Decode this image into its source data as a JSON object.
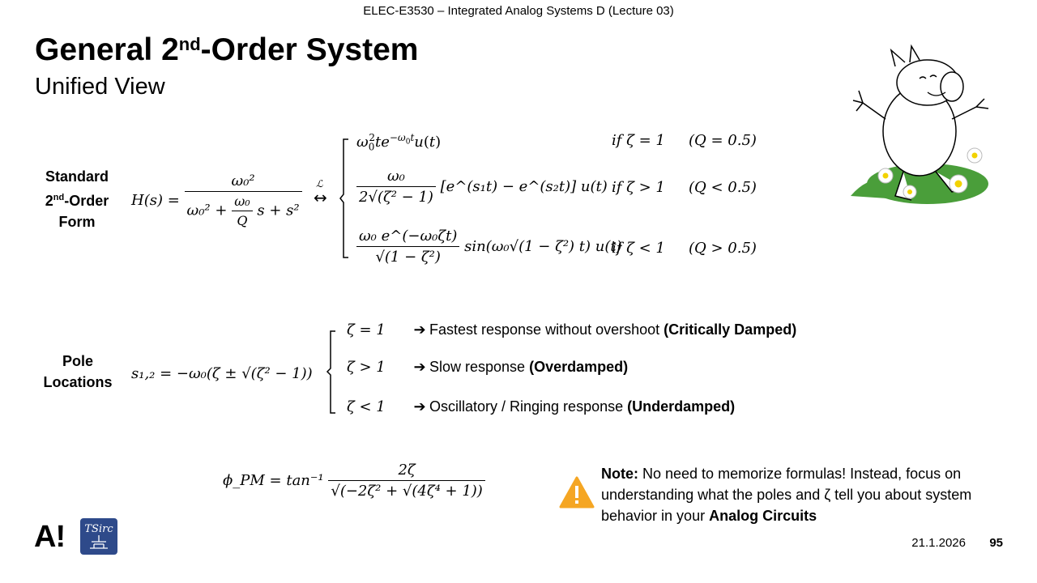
{
  "header": "ELEC-E3530 – Integrated Analog Systems D (Lecture 03)",
  "title": {
    "pre": "General 2",
    "sup": "nd",
    "post": "-Order System"
  },
  "subtitle": "Unified View",
  "standard_form": {
    "label_line1": "Standard",
    "label_line2_pre": "2",
    "label_line2_sup": "nd",
    "label_line2_post": "-Order",
    "label_line3": "Form",
    "H_lhs": "H(s) =",
    "H_num": "ω₀²",
    "H_den_pre": "ω₀² +",
    "H_den_frac_num": "ω₀",
    "H_den_frac_den": "Q",
    "H_den_post": "s + s²",
    "laplace_symbol": "ℒ",
    "laplace_arrow": "↔",
    "cases": [
      {
        "expr": "ω₀² t e^(−ω₀t) u(t)",
        "cond": "if  ζ = 1",
        "q": "(Q = 0.5)"
      },
      {
        "num": "ω₀",
        "den": "2√(ζ² − 1)",
        "tail": "[e^(s₁t) − e^(s₂t)] u(t)",
        "cond": "if  ζ > 1",
        "q": "(Q < 0.5)"
      },
      {
        "num": "ω₀ e^(−ω₀ζt)",
        "den": "√(1 − ζ²)",
        "tail": "sin(ω₀√(1 − ζ²) t) u(t)",
        "cond": "if  ζ < 1",
        "q": "(Q > 0.5)"
      }
    ]
  },
  "pole_locations": {
    "label_line1": "Pole",
    "label_line2": "Locations",
    "expr": "s₁,₂ = −ω₀(ζ ± √(ζ² − 1))",
    "cases": [
      {
        "cond": "ζ = 1",
        "arrow": "➔",
        "text": "Fastest response without overshoot ",
        "bold": "(Critically Damped)"
      },
      {
        "cond": "ζ > 1",
        "arrow": "➔",
        "text": "Slow response ",
        "bold": "(Overdamped)"
      },
      {
        "cond": "ζ < 1",
        "arrow": "➔",
        "text": "Oscillatory / Ringing response ",
        "bold": "(Underdamped)"
      }
    ]
  },
  "phase_margin": {
    "lhs": "ϕ_PM = tan⁻¹",
    "num": "2ζ",
    "den": "√(−2ζ² + √(4ζ⁴ + 1))"
  },
  "note": {
    "bold_lead": "Note:",
    "text1": " No need to memorize formulas! Instead, focus on understanding what the poles and ζ tell you about system behavior in your ",
    "bold_tail": "Analog Circuits"
  },
  "footer": {
    "logo_text": "A!",
    "logo2_text": "TSirc",
    "date": "21.1.2026",
    "page": "95"
  },
  "colors": {
    "warning": "#f5a623",
    "moomin_grass": "#4a9e3a"
  }
}
